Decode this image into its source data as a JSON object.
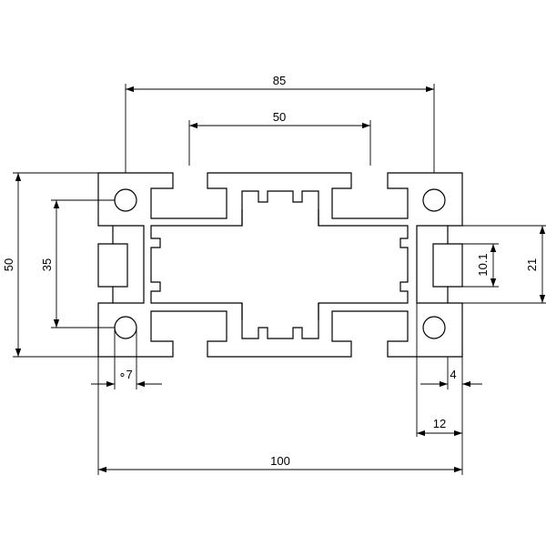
{
  "dimensions": {
    "overall_width": "100",
    "outer_hole_span": "85",
    "inner_span": "50",
    "overall_height": "50",
    "hole_vertical_span": "35",
    "slot_height": "21",
    "slot_opening": "10.1",
    "hole_diameter": "∘7",
    "wall_thickness": "4",
    "slot_depth": "12"
  }
}
